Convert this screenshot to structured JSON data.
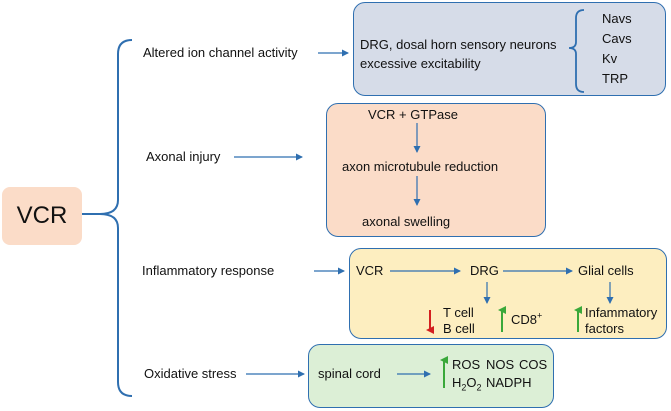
{
  "root": {
    "label": "VCR"
  },
  "branches": {
    "ion": {
      "label": "Altered ion channel activity",
      "box_line1": "DRG, dosal horn sensory neurons",
      "box_line2": "excessive excitability",
      "channels": [
        "Navs",
        "Cavs",
        "Kv",
        "TRP"
      ]
    },
    "axonal": {
      "label": "Axonal injury",
      "steps": [
        "VCR + GTPase",
        "axon microtubule reduction",
        "axonal swelling"
      ]
    },
    "inflammatory": {
      "label": "Inflammatory response",
      "vcr": "VCR",
      "drg": "DRG",
      "glial": "Glial cells",
      "tcell": "T cell",
      "bcell": "B cell",
      "cd8": "CD8",
      "cd8_sup": "+",
      "factors_line1": "Infammatory",
      "factors_line2": "factors"
    },
    "oxidative": {
      "label": "Oxidative stress",
      "source": "spinal cord",
      "ros": "ROS",
      "nos": "NOS",
      "cos": "COS",
      "h2o2_h": "H",
      "h2o2_sub1": "2",
      "h2o2_o": "O",
      "h2o2_sub2": "2",
      "nadph": "NADPH"
    }
  },
  "colors": {
    "line": "#2f6fb0",
    "ion_box": "#d6dce8",
    "axonal_box": "#fbdcc8",
    "inflammatory_box": "#fdeec0",
    "oxidative_box": "#dcefd6",
    "up_arrow": "#3aa83a",
    "down_arrow": "#d42020"
  }
}
